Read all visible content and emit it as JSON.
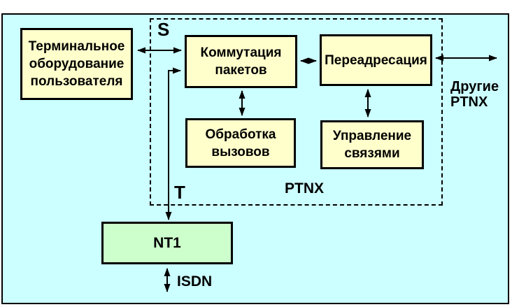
{
  "colors": {
    "background": "#ccffff",
    "node_fill": "#ffffcc",
    "nt1_fill": "#ccffcc",
    "line": "#000000",
    "page_background": "#ffffff"
  },
  "nodes": {
    "terminal": {
      "lines": [
        "Терминальное",
        "оборудование",
        "пользователя"
      ]
    },
    "packet_switching": {
      "lines": [
        "Коммутация",
        "пакетов"
      ]
    },
    "forwarding": {
      "lines": [
        "Переадресация"
      ]
    },
    "call_processing": {
      "lines": [
        "Обработка",
        "вызовов"
      ]
    },
    "connection_management": {
      "lines": [
        "Управление",
        "связями"
      ]
    },
    "nt1": {
      "label": "NT1"
    }
  },
  "labels": {
    "s_interface": "S",
    "t_interface": "T",
    "ptnx": "PTNX",
    "isdn": "ISDN",
    "other_ptnx": [
      "Другие",
      "PTNX"
    ]
  }
}
